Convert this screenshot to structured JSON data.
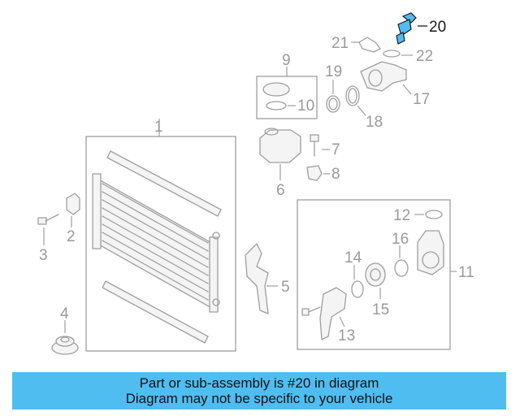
{
  "diagram": {
    "highlight_color": "#4fbdf0",
    "highlighted_part": "20",
    "callouts": {
      "c1": "1",
      "c2": "2",
      "c3": "3",
      "c4": "4",
      "c5": "5",
      "c6": "6",
      "c7": "7",
      "c8": "8",
      "c9": "9",
      "c10": "10",
      "c11": "11",
      "c12": "12",
      "c13": "13",
      "c14": "14",
      "c15": "15",
      "c16": "16",
      "c17": "17",
      "c18": "18",
      "c19": "19",
      "c20": "20",
      "c21": "21",
      "c22": "22"
    }
  },
  "banner": {
    "line1": "Part or sub-assembly is #20 in diagram",
    "line2": "Diagram may not be specific to your vehicle"
  }
}
